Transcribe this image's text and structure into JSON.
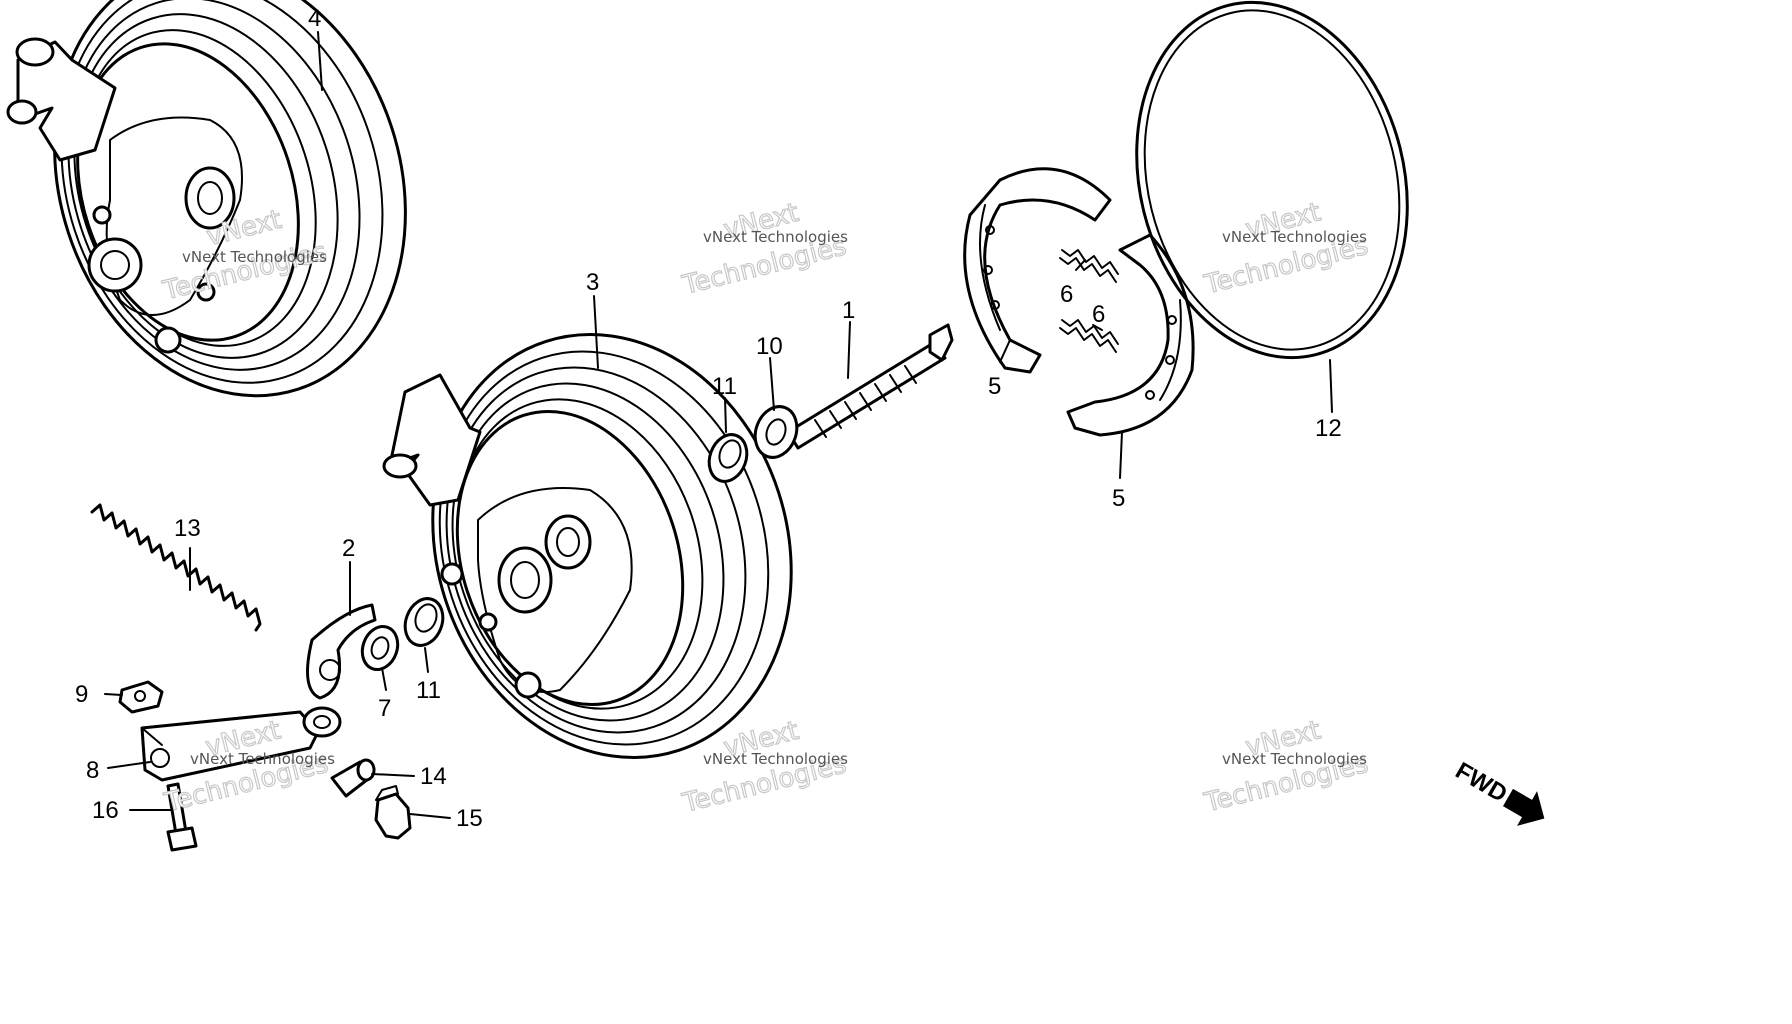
{
  "diagram": {
    "labels": {
      "l1": "1",
      "l2": "2",
      "l3": "3",
      "l4": "4",
      "l5a": "5",
      "l5b": "5",
      "l6a": "6",
      "l6b": "6",
      "l7": "7",
      "l8": "8",
      "l9": "9",
      "l10": "10",
      "l11a": "11",
      "l11b": "11",
      "l12": "12",
      "l13": "13",
      "l14": "14",
      "l15": "15",
      "l16": "16"
    },
    "direction_marker": "FWD",
    "watermark": {
      "line1": "vNext Technologies",
      "line2": "vNext",
      "line3": "Technologies"
    }
  }
}
